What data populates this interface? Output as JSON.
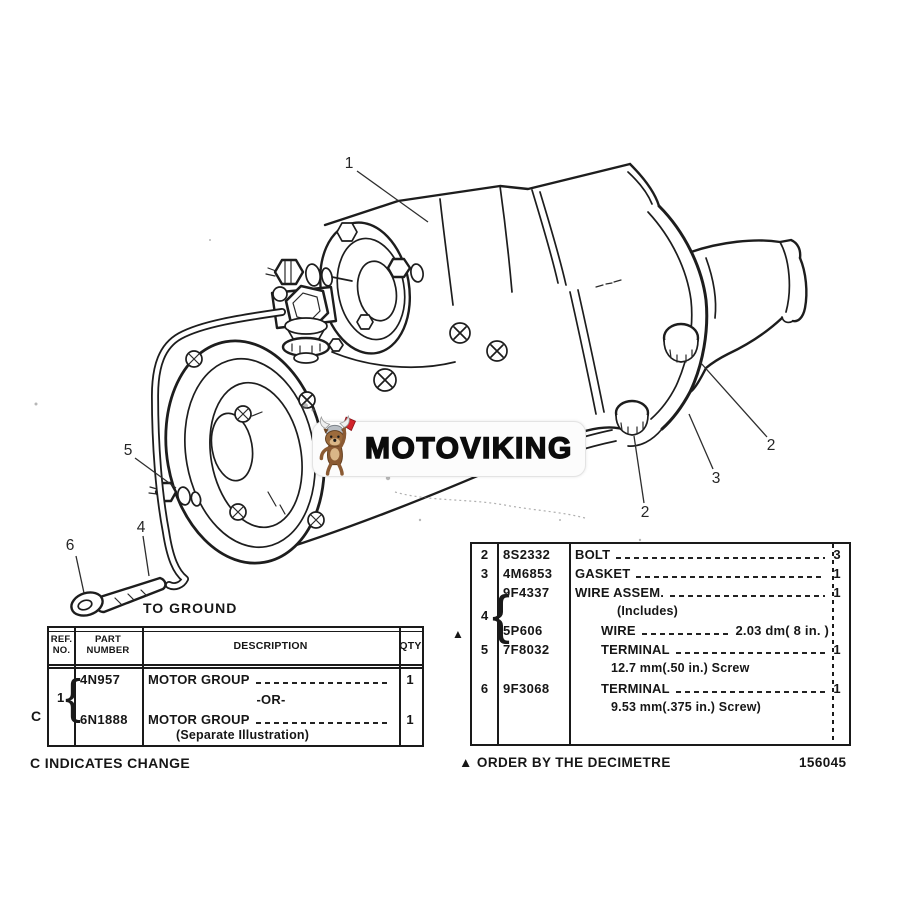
{
  "watermark": {
    "brand": "MOTOVIKING",
    "mascot": "viking-dog-with-axe",
    "axe_color": "#d2232a",
    "helmet_color": "#b9bec4",
    "fur_color": "#8a5a33"
  },
  "drawing": {
    "subject": "starter-motor-assembly",
    "line_color": "#1d1d1d",
    "callouts": [
      {
        "label": "1"
      },
      {
        "label": "2"
      },
      {
        "label": "3"
      },
      {
        "label": "2"
      },
      {
        "label": "5"
      },
      {
        "label": "4"
      },
      {
        "label": "6"
      }
    ],
    "ground_label": "TO GROUND"
  },
  "left_table": {
    "headers": {
      "ref1": "REF.",
      "ref2": "NO.",
      "part1": "PART",
      "part2": "NUMBER",
      "desc": "DESCRIPTION",
      "qty": "QTY"
    },
    "change_mark": "C",
    "group_ref": "1",
    "brace": "{",
    "rows": [
      {
        "part": "4N957",
        "desc": "MOTOR GROUP",
        "qty": "1"
      },
      {
        "or": "-OR-"
      },
      {
        "part": "6N1888",
        "desc": "MOTOR GROUP",
        "qty": "1"
      },
      {
        "note": "(Separate Illustration)"
      }
    ],
    "footnote": "C INDICATES CHANGE"
  },
  "right_table": {
    "group_ref": "4",
    "brace": "{",
    "order_marker": "▲",
    "rows": [
      {
        "ref": "2",
        "part": "8S2332",
        "desc": "BOLT",
        "qty": "3"
      },
      {
        "ref": "3",
        "part": "4M6853",
        "desc": "GASKET",
        "qty": "1"
      },
      {
        "part": "9F4337",
        "desc": "WIRE ASSEM.",
        "qty": "1"
      },
      {
        "note": "(Includes)"
      },
      {
        "part": "5P606",
        "desc": "WIRE",
        "value": "2.03 dm( 8 in. )"
      },
      {
        "ref": "5",
        "part": "7F8032",
        "desc": "TERMINAL",
        "qty": "1"
      },
      {
        "note": "12.7 mm(.50 in.) Screw"
      },
      {
        "ref": "6",
        "part": "9F3068",
        "desc": "TERMINAL",
        "qty": "1"
      },
      {
        "note": "9.53 mm(.375 in.) Screw)"
      }
    ],
    "footnote": "▲ ORDER BY THE DECIMETRE",
    "doc_number": "156045"
  }
}
